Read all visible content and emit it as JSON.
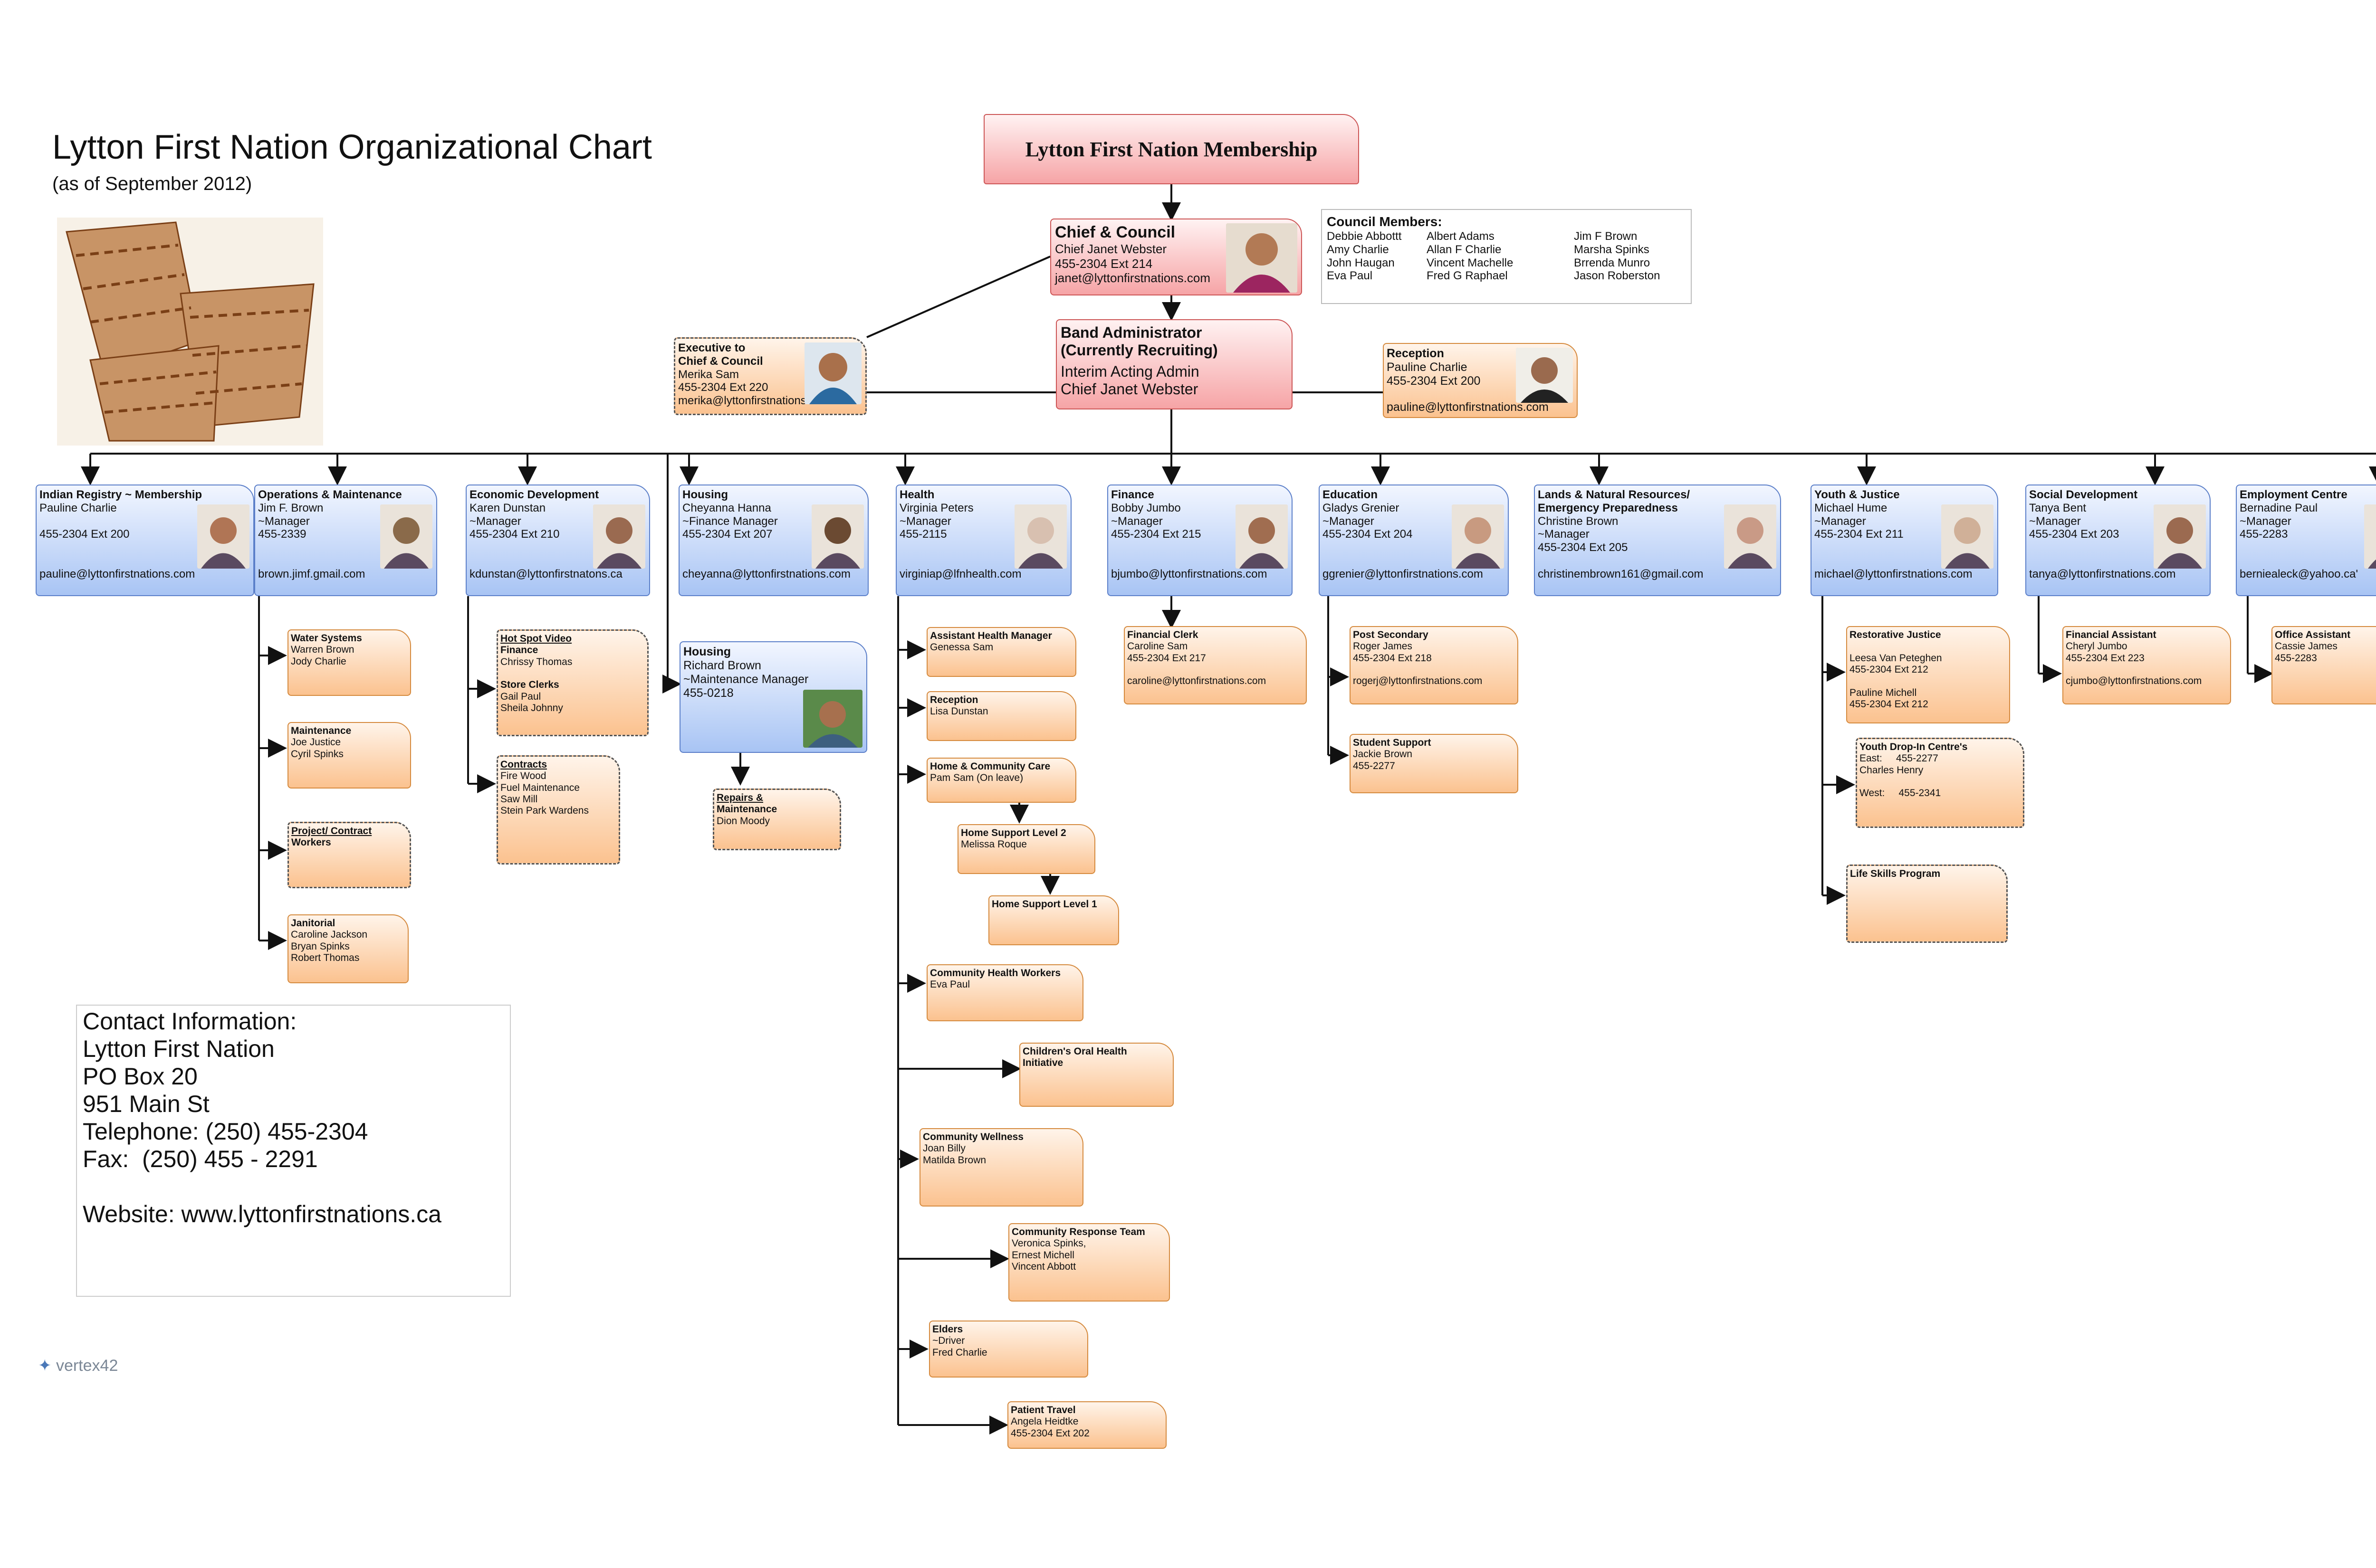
{
  "title": "Lytton First Nation Organizational Chart",
  "subtitle": "(as of September 2012)",
  "membership": "Lytton First Nation Membership",
  "chief": [
    "Chief & Council",
    "Chief Janet Webster",
    "455-2304 Ext 214",
    "janet@lyttonfirstnations.com"
  ],
  "council": {
    "heading": "Council Members:",
    "col1": [
      "Debbie Abbottt",
      "Amy Charlie",
      "John Haugan",
      "Eva Paul"
    ],
    "col2": [
      "Albert Adams",
      "Allan F Charlie",
      "Vincent Machelle",
      "Fred G Raphael"
    ],
    "col3": [
      "Jim F Brown",
      "Marsha Spinks",
      "Brrenda Munro",
      "Jason Roberston"
    ]
  },
  "executive": [
    "Executive to",
    "Chief & Council",
    "Merika Sam",
    "455-2304 Ext 220",
    "merika@lyttonfirstnations.com"
  ],
  "band_admin": [
    "Band Administrator",
    "(Currently Recruiting)",
    "Interim Acting Admin",
    "Chief Janet Webster"
  ],
  "reception_top": [
    "Reception",
    "Pauline Charlie",
    "455-2304 Ext 200",
    "pauline@lyttonfirstnations.com"
  ],
  "departments": [
    {
      "lines": [
        "Indian Registry ~ Membership",
        "Pauline Charlie",
        "",
        "455-2304 Ext 200",
        "",
        "",
        "pauline@lyttonfirstnations.com"
      ]
    },
    {
      "lines": [
        "Operations & Maintenance",
        "Jim F. Brown",
        "~Manager",
        "455-2339",
        "",
        "",
        "brown.jimf.gmail.com"
      ]
    },
    {
      "lines": [
        "Economic Development",
        "Karen Dunstan",
        "~Manager",
        "455-2304 Ext 210",
        "",
        "",
        "kdunstan@lyttonfirstnatons.ca"
      ]
    },
    {
      "lines": [
        "Housing",
        "Cheyanna Hanna",
        "~Finance Manager",
        "455-2304 Ext 207",
        "",
        "",
        "cheyanna@lyttonfirstnations.com"
      ]
    },
    {
      "lines": [
        "Health",
        "Virginia Peters",
        "~Manager",
        "455-2115",
        "",
        "",
        "virginiap@lfnhealth.com"
      ]
    },
    {
      "lines": [
        "Finance",
        "Bobby Jumbo",
        "~Manager",
        "455-2304 Ext 215",
        "",
        "",
        "bjumbo@lyttonfirstnations.com"
      ]
    },
    {
      "lines": [
        "Education",
        "Gladys Grenier",
        "~Manager",
        "455-2304 Ext 204",
        "",
        "",
        "ggrenier@lyttonfirstnations.com"
      ]
    },
    {
      "lines": [
        "Lands & Natural Resources/",
        "Emergency Preparedness",
        "Christine Brown",
        "~Manager",
        "455-2304 Ext 205",
        "",
        "christinembrown161@gmail.com"
      ]
    },
    {
      "lines": [
        "Youth & Justice",
        "Michael Hume",
        "~Manager",
        "455-2304 Ext 211",
        "",
        "",
        "michael@lyttonfirstnations.com"
      ]
    },
    {
      "lines": [
        "Social Development",
        "Tanya Bent",
        "~Manager",
        "455-2304 Ext 203",
        "",
        "",
        "tanya@lyttonfirstnations.com"
      ]
    },
    {
      "lines": [
        "Employment Centre",
        "Bernadine Paul",
        "~Manager",
        "455-2283",
        "",
        "",
        "berniealeck@yahoo.ca'"
      ]
    }
  ],
  "housing2": [
    "Housing",
    "Richard Brown",
    "~Maintenance Manager",
    "455-0218"
  ],
  "ops_subs": [
    [
      "Water Systems",
      "Warren Brown",
      "Jody Charlie"
    ],
    [
      "Maintenance",
      "Joe Justice",
      "Cyril Spinks"
    ],
    [
      "Project/ Contract",
      "Workers"
    ],
    [
      "Janitorial",
      "Caroline Jackson",
      "Bryan Spinks",
      "Robert Thomas"
    ]
  ],
  "econ_subs": [
    [
      "Hot Spot Video",
      "Finance",
      "Chrissy Thomas",
      "",
      "Store Clerks",
      "Gail Paul",
      "Sheila Johnny"
    ],
    [
      "Contracts",
      "Fire Wood",
      "Fuel Maintenance",
      "Saw Mill",
      "Stein Park Wardens"
    ]
  ],
  "repairs": [
    "Repairs &",
    "Maintenance",
    "Dion Moody"
  ],
  "health_subs": [
    [
      "Assistant Health Manager",
      "Genessa Sam"
    ],
    [
      "Reception",
      "Lisa Dunstan"
    ],
    [
      "Home & Community Care",
      "Pam Sam (On leave)"
    ],
    [
      "Home Support Level 2",
      "Melissa Roque"
    ],
    [
      "Home Support Level 1"
    ],
    [
      "Community Health Workers",
      "Eva Paul"
    ],
    [
      "Children's Oral Health",
      "Initiative"
    ],
    [
      "Community Wellness",
      "Joan Billy",
      "Matilda Brown"
    ],
    [
      "Community Response Team",
      "Veronica Spinks,",
      "Ernest Michell",
      "Vincent Abbott"
    ],
    [
      "Elders",
      "~Driver",
      "Fred Charlie"
    ],
    [
      "Patient Travel",
      "Angela Heidtke",
      "455-2304 Ext 202"
    ]
  ],
  "finance_sub": [
    "Financial Clerk",
    "Caroline Sam",
    "455-2304 Ext 217",
    "",
    "caroline@lyttonfirstnations.com"
  ],
  "edu_subs": [
    [
      "Post Secondary",
      "Roger James",
      "455-2304 Ext 218",
      "",
      "rogerj@lyttonfirstnations.com"
    ],
    [
      "Student Support",
      "Jackie Brown",
      "455-2277"
    ]
  ],
  "youth_subs": [
    [
      "Restorative Justice",
      "",
      "Leesa Van Peteghen",
      "455-2304 Ext 212",
      "",
      "Pauline Michell",
      "455-2304 Ext 212"
    ],
    [
      "Youth Drop-In Centre's",
      "East:     455-2277",
      "Charles Henry",
      "",
      "West:     455-2341"
    ],
    [
      "Life Skills Program"
    ]
  ],
  "social_sub": [
    "Financial Assistant",
    "Cheryl Jumbo",
    "455-2304 Ext 223",
    "",
    "cjumbo@lyttonfirstnations.com"
  ],
  "employment_sub": [
    "Office Assistant",
    "Cassie James",
    "455-2283"
  ],
  "contact": [
    "Contact Information:",
    "Lytton First Nation",
    "PO Box 20",
    "951 Main St",
    "Telephone: (250) 455-2304",
    "Fax:  (250) 455 - 2291",
    "",
    "Website: www.lyttonfirstnations.ca"
  ],
  "logo": "vertex42",
  "colors": {
    "blue": "#a8c4f4",
    "orange": "#fbc28f",
    "red": "#f6a4a6",
    "line": "#111111"
  }
}
